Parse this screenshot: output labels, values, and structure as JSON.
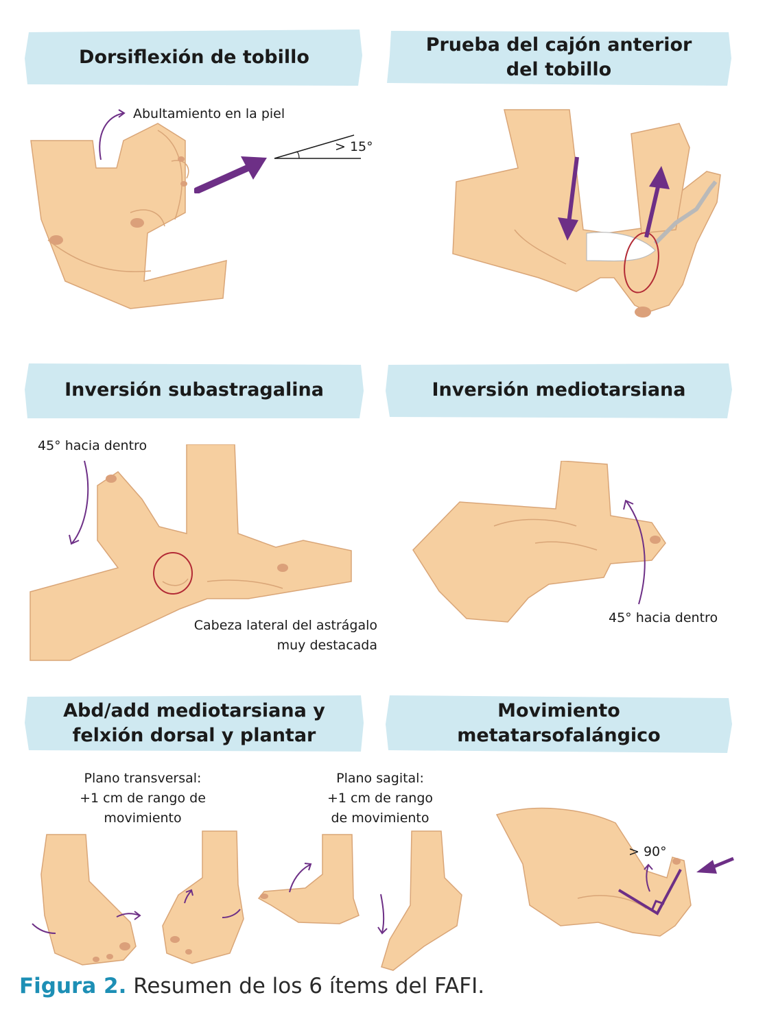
{
  "colors": {
    "banner": "#cfe9f1",
    "skin": "#f6cfa0",
    "skin_line": "#d9a577",
    "arrow": "#6d2f86",
    "circle": "#b22a35",
    "figure_label": "#1d8fb5"
  },
  "panels": [
    {
      "title": "Dorsiflexión de tobillo",
      "labels": [
        "Abultamiento en la piel",
        "> 15°"
      ]
    },
    {
      "title_lines": [
        "Prueba del cajón anterior",
        "del tobillo"
      ]
    },
    {
      "title": "Inversión subastragalina",
      "labels": [
        "45° hacia dentro",
        "Cabeza lateral del astrágalo",
        "muy destacada"
      ]
    },
    {
      "title": "Inversión mediotarsiana",
      "labels": [
        "45° hacia dentro"
      ]
    },
    {
      "title_lines": [
        "Abd/add mediotarsiana y",
        "felxión dorsal y plantar"
      ],
      "labels": [
        "Plano transversal:",
        "+1 cm de rango de",
        "movimiento",
        "Plano sagital:",
        "+1 cm de rango",
        "de movimiento"
      ]
    },
    {
      "title_lines": [
        "Movimiento",
        "metatarsofalángico"
      ],
      "labels": [
        "> 90°"
      ]
    }
  ],
  "caption": {
    "figure": "Figura 2.",
    "text": " Resumen de los 6 ítems del FAFI."
  },
  "icons": [
    "hand-icon",
    "foot-icon",
    "curved-arrow-icon",
    "straight-arrow-icon",
    "angle-icon",
    "ankle-bones-icon"
  ]
}
